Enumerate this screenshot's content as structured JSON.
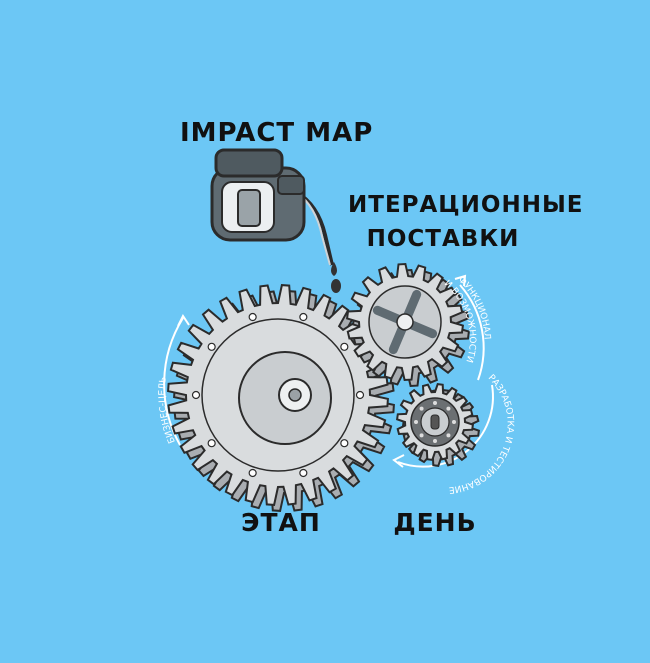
{
  "titles": {
    "impact_map": "IMPACT MAP",
    "iterative_line1": "ИТЕРАЦИОННЫЕ",
    "iterative_line2": "ПОСТАВКИ"
  },
  "labels": {
    "stage": "ЭТАП",
    "day": "ДЕНЬ"
  },
  "arc_texts": {
    "business_goal": "БИЗНЕС-ЦЕЛЬ",
    "features_line1": "ФУНКЦИОНАЛ",
    "features_line2": "И ВОЗМОЖНОСТИ",
    "dev_testing": "РАЗРАБОТКА И ТЕСТИРОВАНИЕ"
  },
  "colors": {
    "background": "#6cc7f5",
    "gear_fill": "#d9dcde",
    "gear_shade": "#a9adb1",
    "outline": "#2b2b2b",
    "oil": "#333333",
    "arrow": "#ffffff"
  }
}
